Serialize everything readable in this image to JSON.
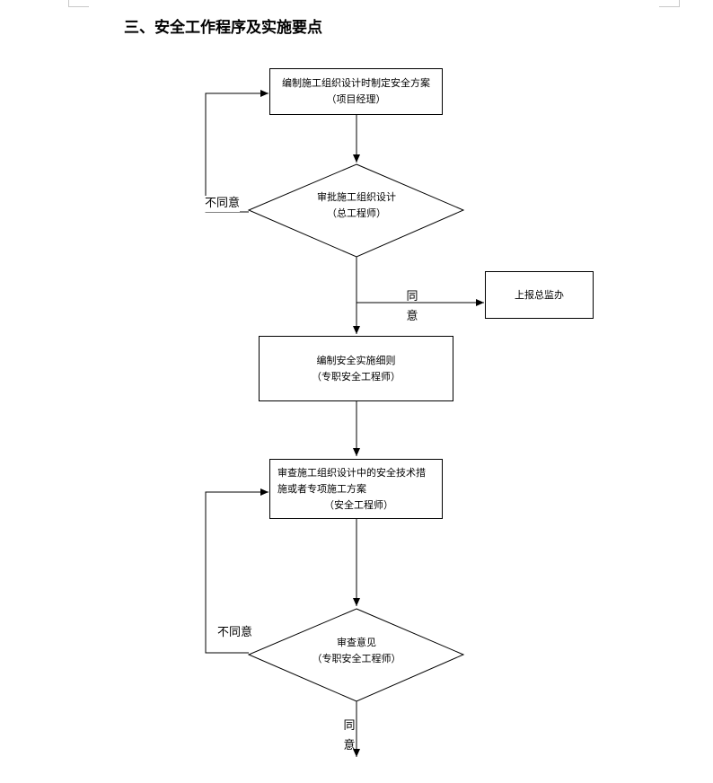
{
  "title": "三、安全工作程序及实施要点",
  "nodes": {
    "n1": {
      "line1": "编制施工组织设计时制定安全方案",
      "line2": "（项目经理）"
    },
    "d1": {
      "line1": "审批施工组织设计",
      "line2": "（总工程师）"
    },
    "side": {
      "text": "上报总监办"
    },
    "n2": {
      "line1": "编制安全实施细则",
      "line2": "（专职安全工程师）"
    },
    "n3": {
      "line1": "审查施工组织设计中的安全技术措",
      "line2": "施或者专项施工方案",
      "line3": "（安全工程师）"
    },
    "d2": {
      "line1": "审查意见",
      "line2": "（专职安全工程师）"
    }
  },
  "labels": {
    "disagree1": "不同意",
    "agree1_a": "同",
    "agree1_b": "意",
    "disagree2": "不同意",
    "agree2_a": "同",
    "agree2_b": "意"
  }
}
